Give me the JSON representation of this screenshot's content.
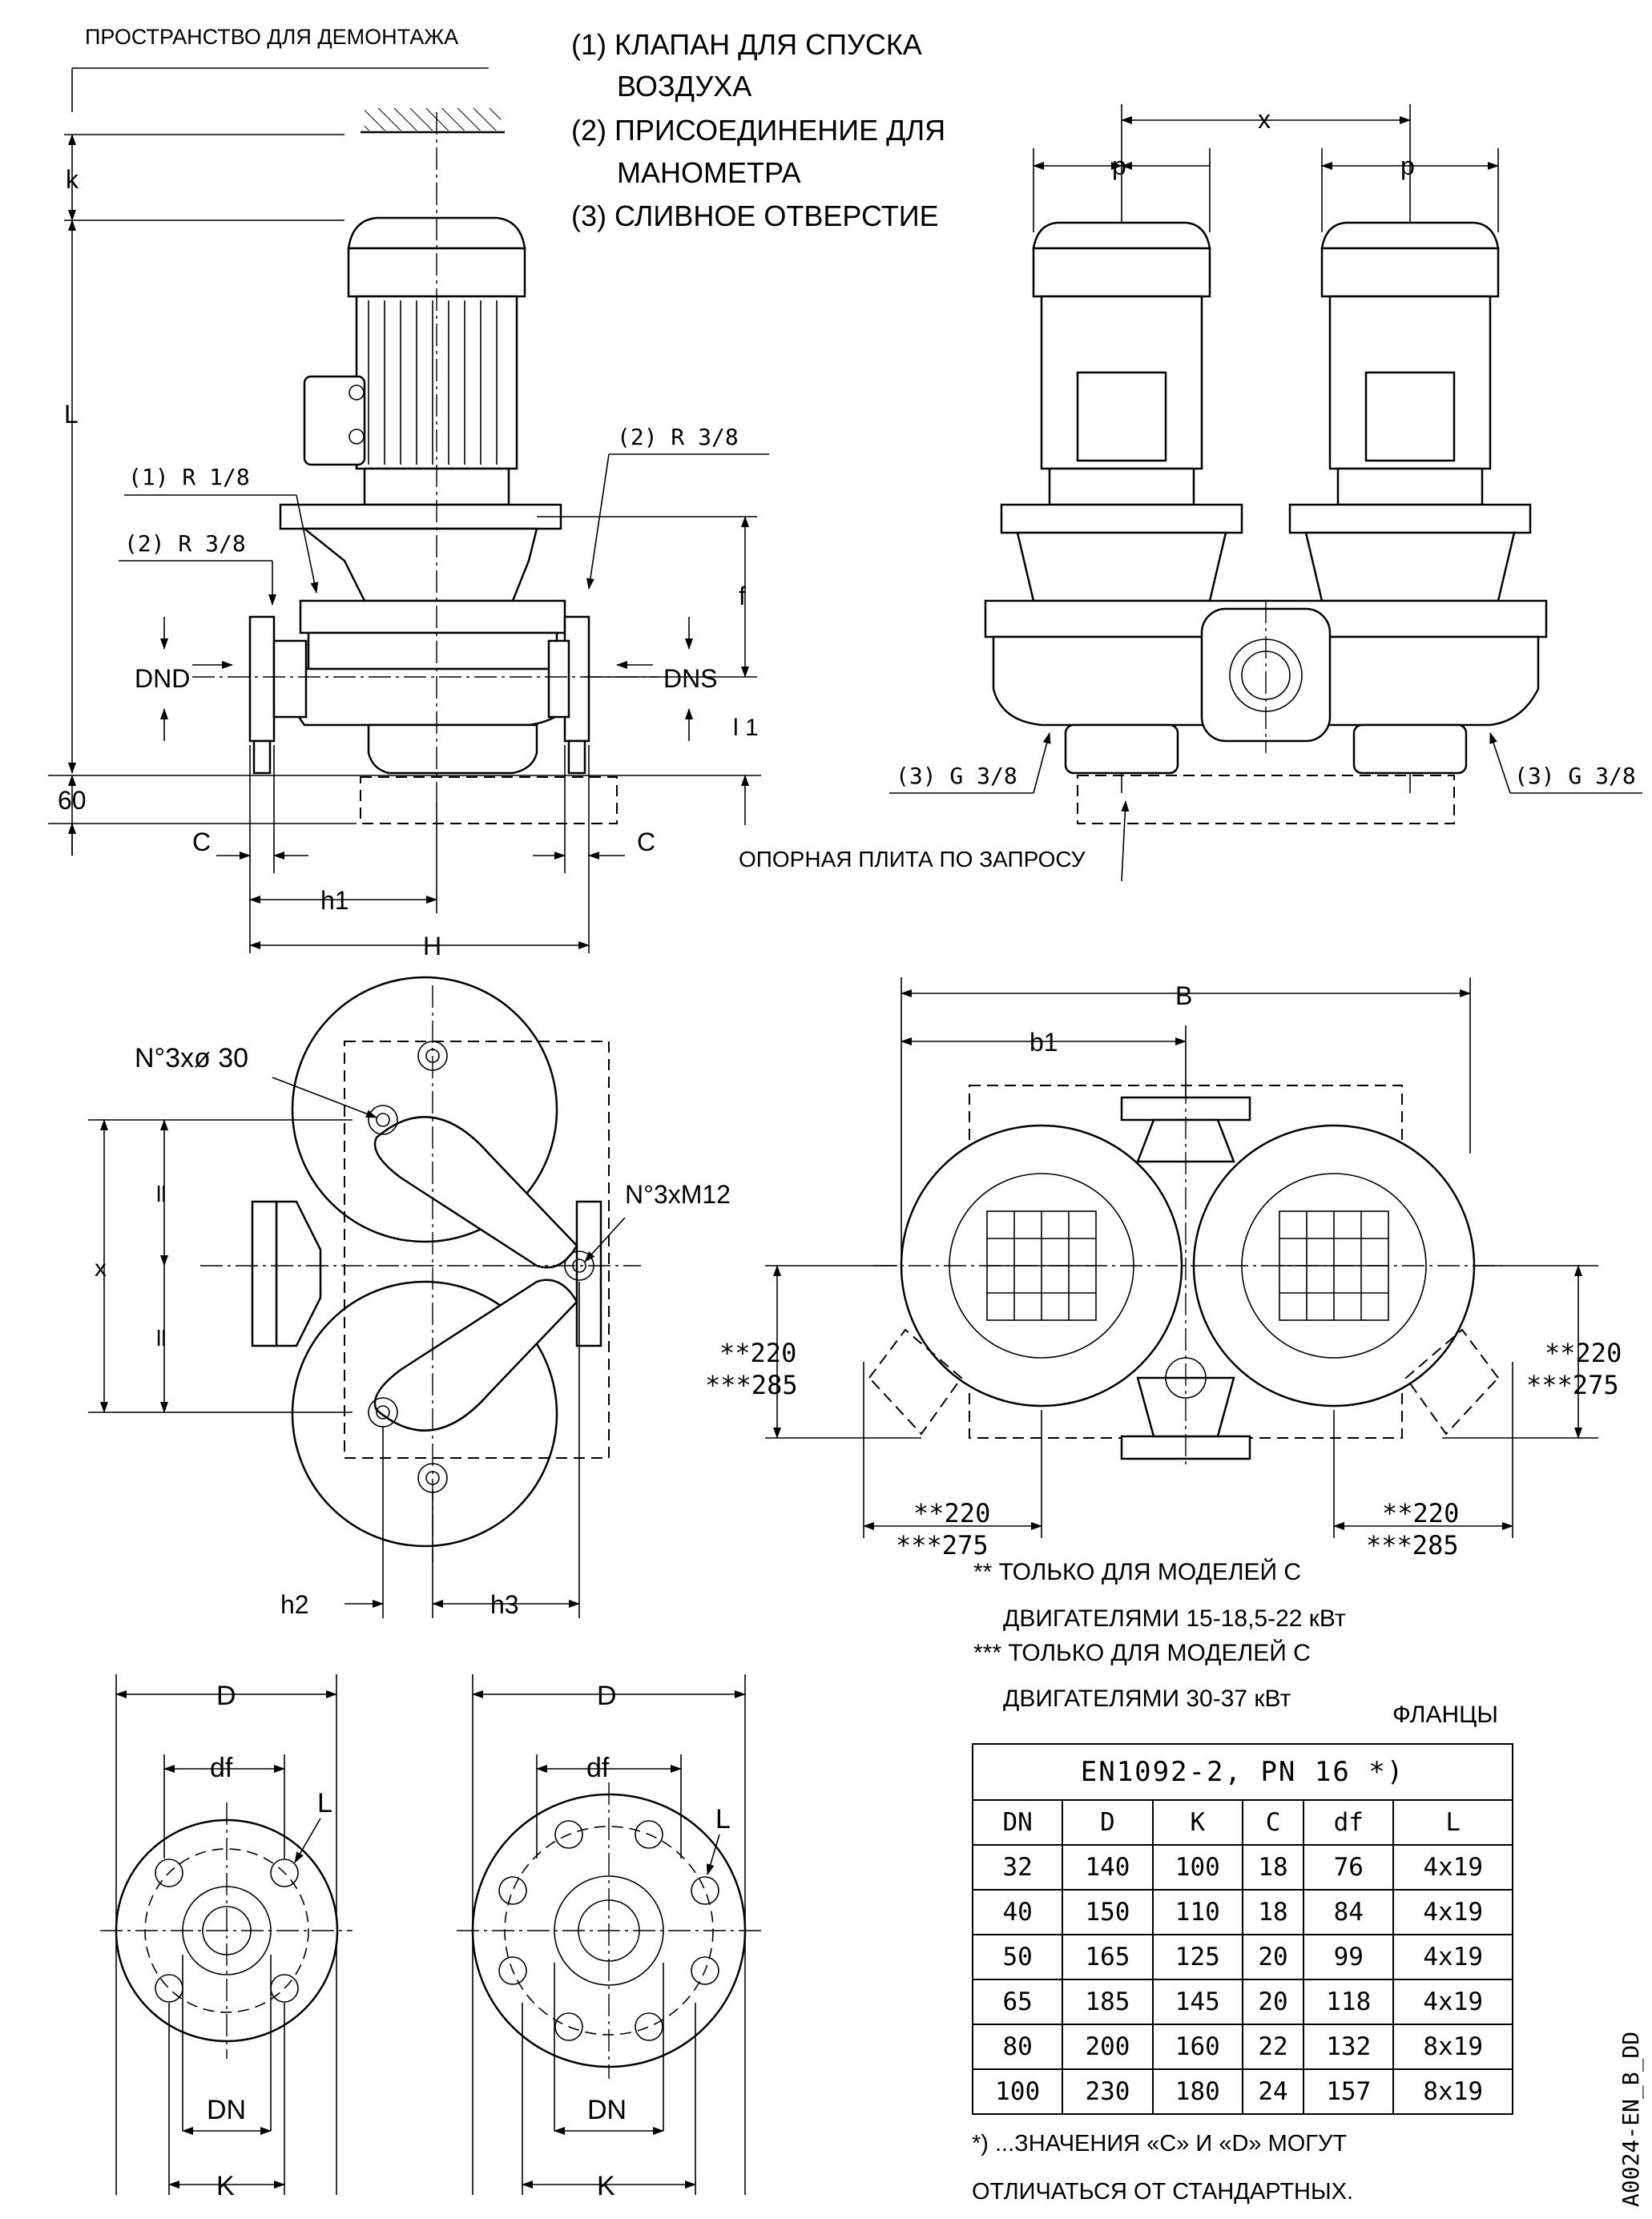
{
  "legend": {
    "dismantle_space": "ПРОСТРАНСТВО ДЛЯ ДЕМОНТАЖА",
    "item1_line1": "(1) КЛАПАН ДЛЯ СПУСКА",
    "item1_line2": "ВОЗДУХА",
    "item2_line1": "(2) ПРИСОЕДИНЕНИЕ ДЛЯ",
    "item2_line2": "МАНОМЕТРА",
    "item3": "(3) СЛИВНОЕ ОТВЕРСТИЕ"
  },
  "side_view": {
    "k": "k",
    "L": "L",
    "f": "f",
    "l1": "l 1",
    "sixty": "60",
    "dnd": "DND",
    "dns": "DNS",
    "c_left": "C",
    "c_right": "C",
    "h1": "h1",
    "H": "H",
    "r18": "(1) R 1/8",
    "r38_left": "(2) R 3/8",
    "r38_right": "(2) R 3/8"
  },
  "front_view": {
    "x": "x",
    "p_left": "p",
    "p_right": "p",
    "g38_left": "(3) G 3/8",
    "g38_right": "(3) G 3/8",
    "base_plate": "ОПОРНАЯ ПЛИТА ПО ЗАПРОСУ"
  },
  "top_view": {
    "holes": "N°3xø 30",
    "m12": "N°3xM12",
    "ll_top": "ll",
    "ll_bottom": "ll",
    "x": "x",
    "h2": "h2",
    "h3": "h3"
  },
  "plan_view": {
    "B": "B",
    "b1": "b1",
    "left_220": "**220",
    "left_285": "***285",
    "right_220": "**220",
    "right_275": "***275",
    "bl_220": "**220",
    "bl_275": "***275",
    "br_220": "**220",
    "br_285": "***285"
  },
  "notes": {
    "n1_line1": "** ТОЛЬКО ДЛЯ МОДЕЛЕЙ С",
    "n1_line2": "ДВИГАТЕЛЯМИ 15-18,5-22 кВт",
    "n2_line1": "*** ТОЛЬКО ДЛЯ МОДЕЛЕЙ С",
    "n2_line2": "ДВИГАТЕЛЯМИ 30-37 кВт"
  },
  "flange_views": {
    "D": "D",
    "df": "df",
    "L": "L",
    "DN": "DN",
    "K": "K"
  },
  "flange_table": {
    "caption": "ФЛАНЦЫ",
    "title": "EN1092-2, PN 16 *)",
    "headers": [
      "DN",
      "D",
      "K",
      "C",
      "df",
      "L"
    ],
    "rows": [
      [
        "32",
        "140",
        "100",
        "18",
        "76",
        "4x19"
      ],
      [
        "40",
        "150",
        "110",
        "18",
        "84",
        "4x19"
      ],
      [
        "50",
        "165",
        "125",
        "20",
        "99",
        "4x19"
      ],
      [
        "65",
        "185",
        "145",
        "20",
        "118",
        "4x19"
      ],
      [
        "80",
        "200",
        "160",
        "22",
        "132",
        "8x19"
      ],
      [
        "100",
        "230",
        "180",
        "24",
        "157",
        "8x19"
      ]
    ],
    "footnote_line1": "*) ...ЗНАЧЕНИЯ «С» И «D» МОГУТ",
    "footnote_line2": "ОТЛИЧАТЬСЯ ОТ СТАНДАРТНЫХ."
  },
  "drawing_code": "A0024-EN_B_DD"
}
